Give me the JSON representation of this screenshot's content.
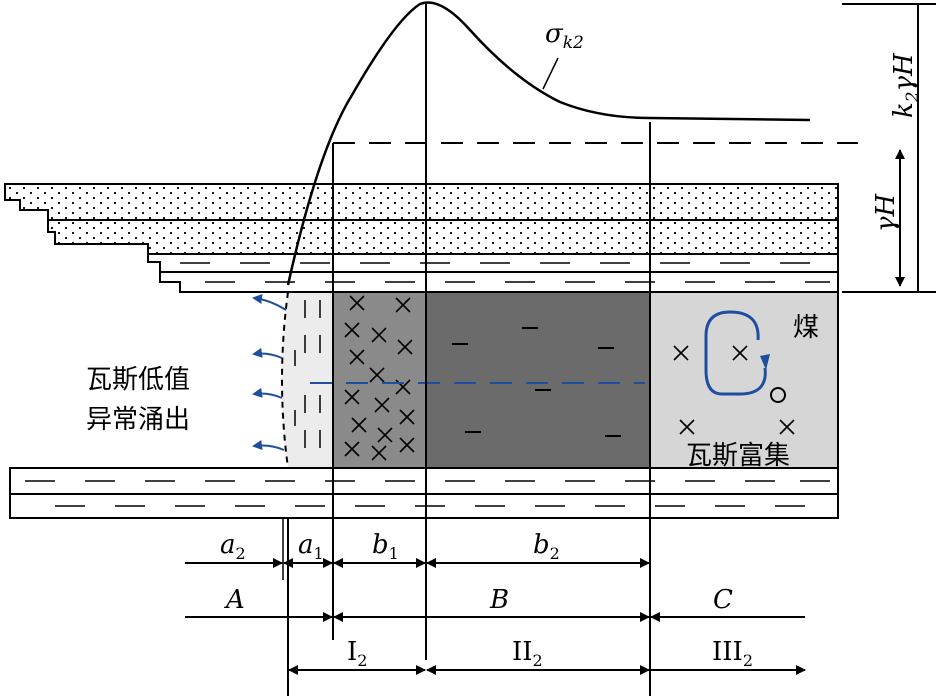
{
  "labels": {
    "sigma_main": "σ",
    "sigma_sub": "k2",
    "k2gH_k": "k",
    "k2gH_sub": "2",
    "k2gH_rest": "γH",
    "gH": "γH",
    "coal": "煤",
    "gas_enrich": "瓦斯富集",
    "gas_low_1": "瓦斯低值",
    "gas_low_2": "异常涌出",
    "a2_main": "a",
    "a2_sub": "2",
    "a1_main": "a",
    "a1_sub": "1",
    "b1_main": "b",
    "b1_sub": "1",
    "b2_main": "b",
    "b2_sub": "2",
    "zone_A": "A",
    "zone_B": "B",
    "zone_C": "C",
    "sub1_main": "I",
    "sub1_sub": "2",
    "sub2_main": "II",
    "sub2_sub": "2",
    "sub3_main": "III",
    "sub3_sub": "2"
  },
  "colors": {
    "line": "#000000",
    "gas_flow": "#1f4e9e",
    "zone_crushed": "#8a8a8a",
    "zone_high_stress": "#6b6b6b",
    "zone_intact": "#d6d6d6",
    "zone_low": "#ececec"
  },
  "icons": [
    "arrow-left-icon",
    "circulation-arrow-icon",
    "cross-mark-icon",
    "dash-mark-icon",
    "bubble-icon"
  ]
}
